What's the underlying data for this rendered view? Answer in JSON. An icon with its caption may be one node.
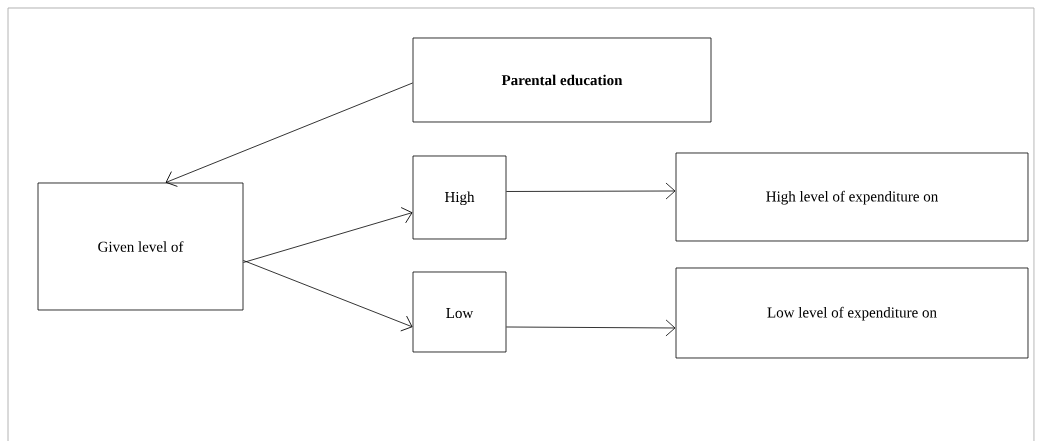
{
  "diagram": {
    "nodes": [
      {
        "text": [
          "Parental education"
        ]
      },
      {
        "text": [
          "Given level of"
        ]
      },
      {
        "text": [
          "High"
        ]
      },
      {
        "text": [
          "Low"
        ]
      },
      {
        "text": [
          "High level of expenditure on"
        ]
      },
      {
        "text": [
          "Low level of expenditure on"
        ]
      }
    ],
    "edges": [
      {
        "from": 0,
        "to": 1,
        "arrow": "to"
      },
      {
        "from": 1,
        "to": 2,
        "arrow": "to"
      },
      {
        "from": 1,
        "to": 3,
        "arrow": "to"
      },
      {
        "from": 2,
        "to": 4,
        "arrow": "to"
      },
      {
        "from": 3,
        "to": 5,
        "arrow": "to"
      }
    ]
  }
}
